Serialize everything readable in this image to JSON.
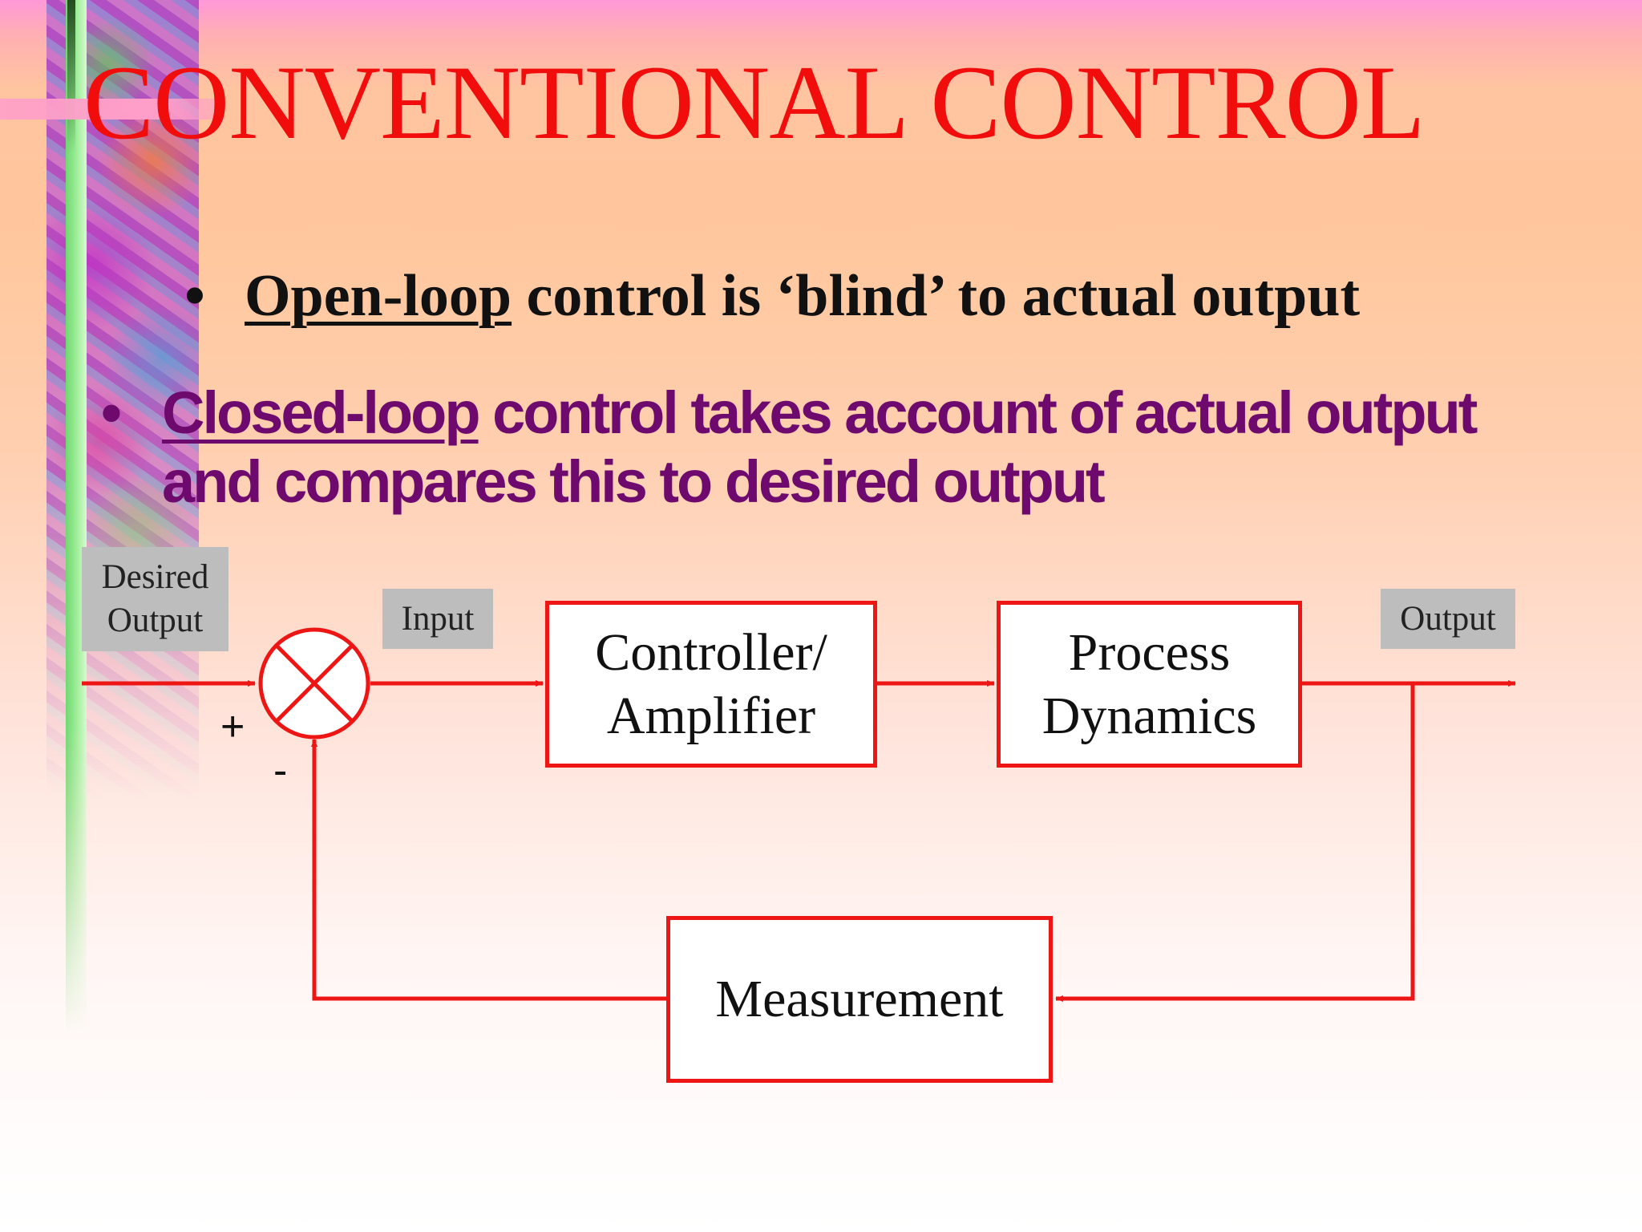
{
  "slide": {
    "title": "CONVENTIONAL CONTROL",
    "bullet_open": {
      "marker": "•",
      "term": "Open-loop",
      "rest": " control is ‘blind’ to actual output"
    },
    "bullet_closed": {
      "marker": "•",
      "term": "Closed-loop",
      "rest_line1": " control takes account of actual output",
      "line2": "and compares this to desired output"
    }
  },
  "diagram": {
    "labels": {
      "desired_output": "Desired\nOutput",
      "input": "Input",
      "output": "Output",
      "plus": "+",
      "minus": "-"
    },
    "blocks": {
      "controller": "Controller/\nAmplifier",
      "process": "Process\nDynamics",
      "measurement": "Measurement"
    },
    "colors": {
      "signal_line": "#ee1515",
      "label_box": "#bdbdbd",
      "title": "#f20d0d",
      "closed_loop_text": "#6e0a6e"
    }
  }
}
